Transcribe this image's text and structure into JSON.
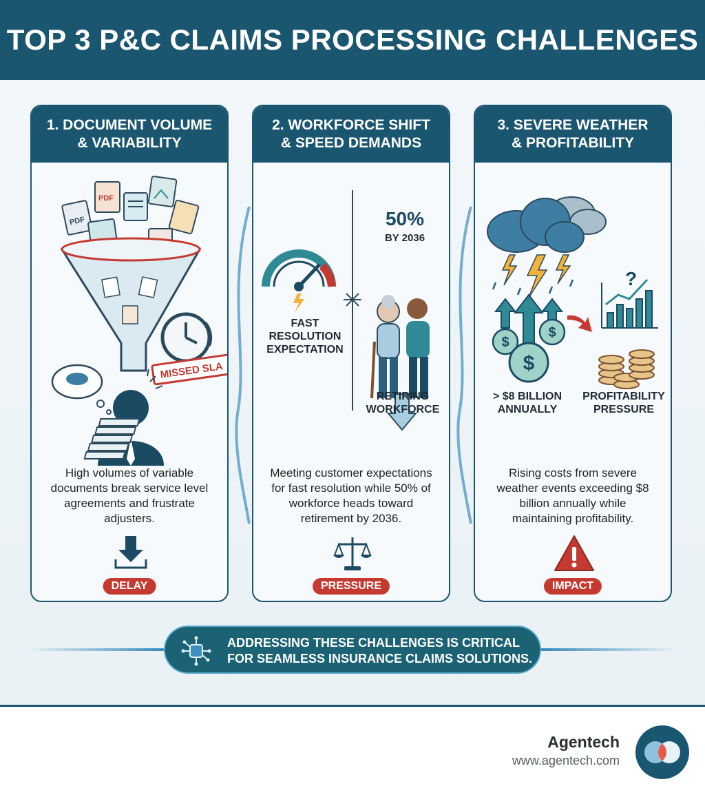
{
  "title": "TOP 3 P&C CLAIMS PROCESSING CHALLENGES",
  "cards": [
    {
      "heading_line1": "1. DOCUMENT VOLUME",
      "heading_line2": "& VARIABILITY",
      "doc_label_1": "PDF",
      "doc_label_2": "PDF",
      "stamp": "MISSED SLA",
      "description": "High volumes of variable documents break service level agreements and frustrate adjusters.",
      "icon": "download-arrow-icon",
      "tag": "DELAY"
    },
    {
      "heading_line1": "2. WORKFORCE SHIFT",
      "heading_line2": "& SPEED DEMANDS",
      "stat_value": "50%",
      "stat_caption": "BY 2036",
      "left_label_1": "FAST",
      "left_label_2": "RESOLUTION",
      "left_label_3": "EXPECTATION",
      "right_label_1": "RETIRING",
      "right_label_2": "WORKFORCE",
      "description": "Meeting customer expectations for fast resolution while 50% of workforce heads toward retirement by 2036.",
      "icon": "balance-scale-icon",
      "tag": "PRESSURE"
    },
    {
      "heading_line1": "3. SEVERE WEATHER",
      "heading_line2": "& PROFITABILITY",
      "left_label_1": "> $8 BILLION",
      "left_label_2": "ANNUALLY",
      "right_label_1": "PROFITABILITY",
      "right_label_2": "PRESSURE",
      "description": "Rising costs from severe weather events exceeding $8 billion annually while maintaining profitability.",
      "icon": "warning-triangle-icon",
      "tag": "IMPACT"
    }
  ],
  "banner": {
    "line1": "ADDRESSING THESE CHALLENGES IS CRITICAL",
    "line2": "FOR SEAMLESS INSURANCE CLAIMS SOLUTIONS.",
    "icon": "circuit-chip-icon"
  },
  "footer": {
    "brand": "Agentech",
    "url": "www.agentech.com",
    "logo": "agentech-logo"
  },
  "colors": {
    "primary": "#1b5671",
    "accent_red": "#c43a31",
    "teal": "#2f8a95",
    "background": "#eef4f7"
  }
}
